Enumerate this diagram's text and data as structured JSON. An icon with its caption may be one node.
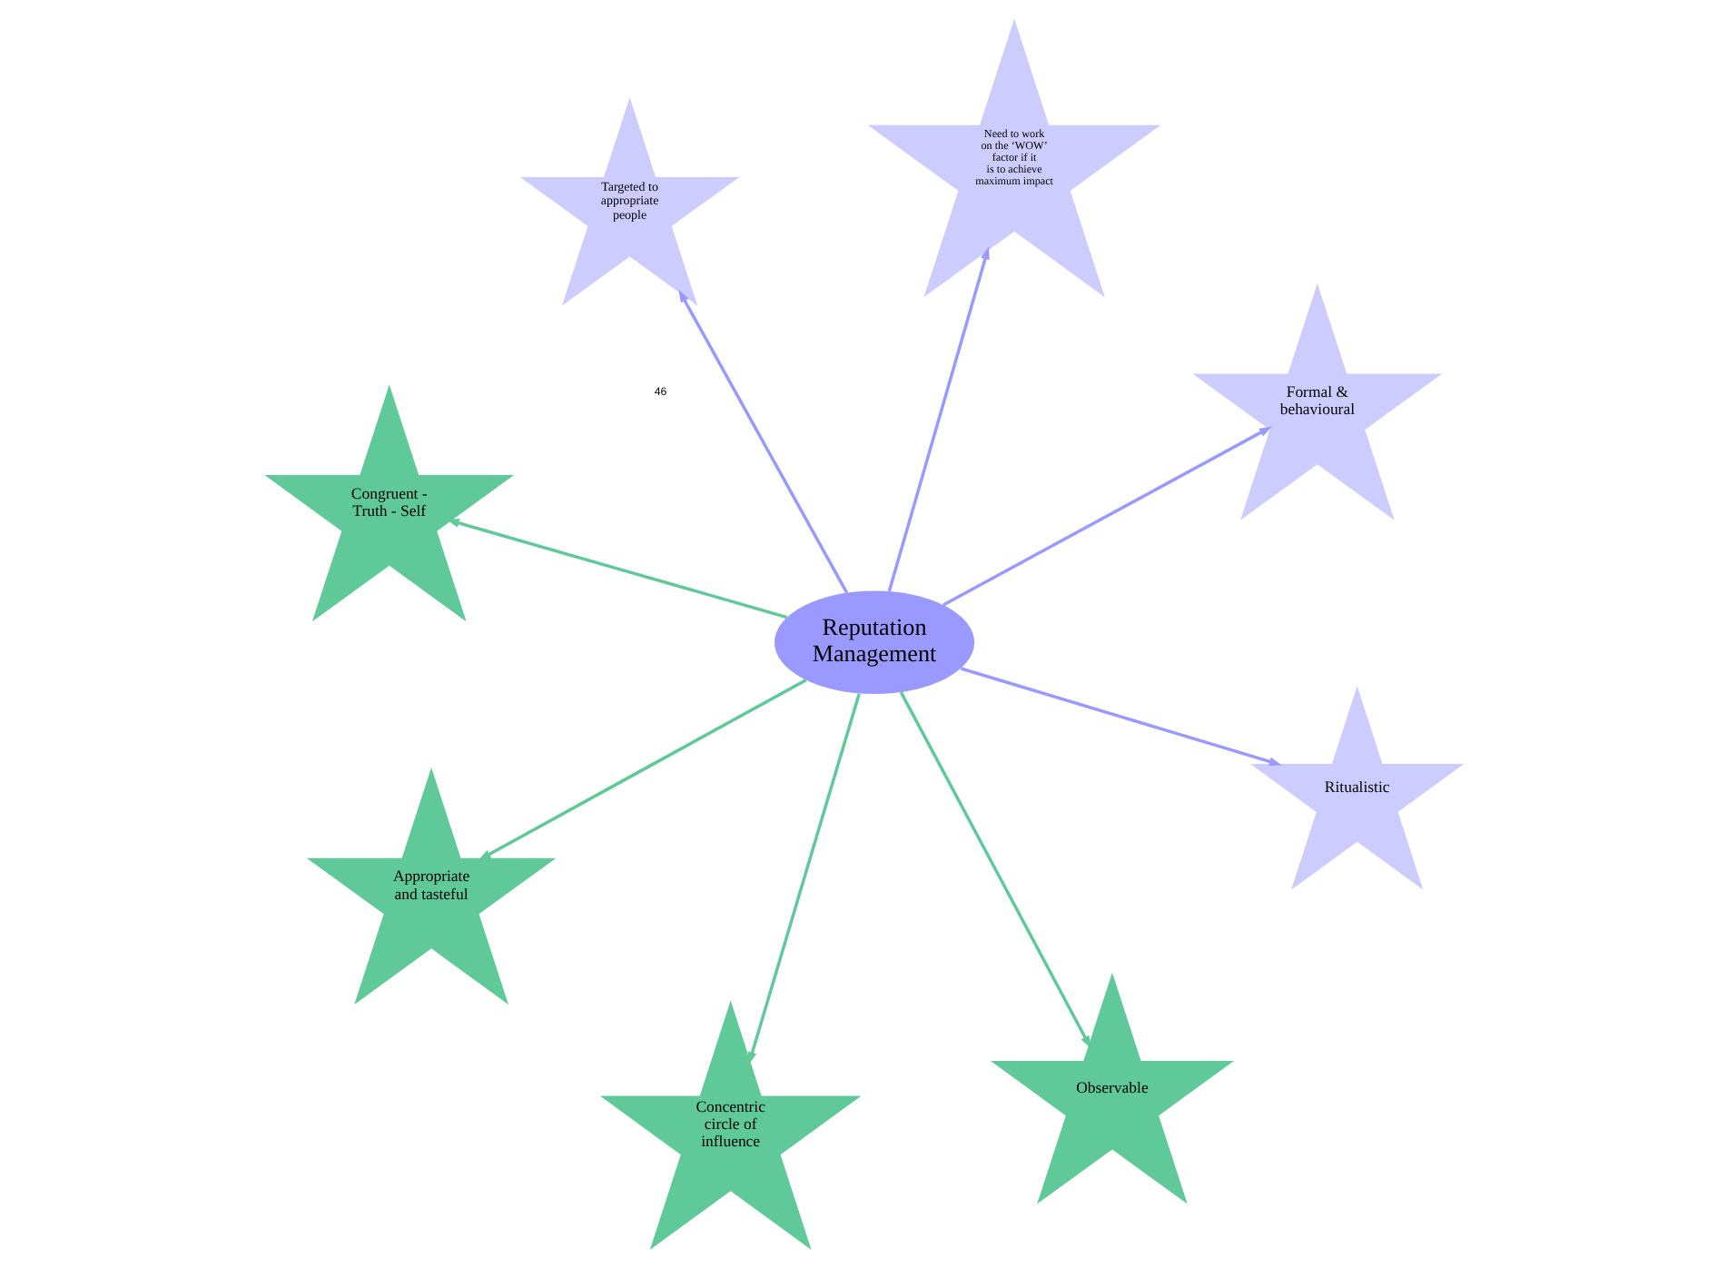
{
  "diagram": {
    "nodes": [
      {
        "text": [
          "Congruent - Truth - Self"
        ]
      },
      {
        "text": [
          "Formal & behavioural"
        ]
      },
      {
        "text": [
          "Observable"
        ]
      },
      {
        "text": [
          "Need to work on the ‘WOW’ factor if it is to achieve maximum impact"
        ]
      },
      {
        "text": [
          "Reputation Management"
        ]
      },
      {
        "text": [
          "Targeted to appropriate people"
        ]
      },
      {
        "text": [
          "Appropriate and tasteful"
        ]
      },
      {
        "text": [
          "Ritualistic"
        ]
      },
      {
        "text": [
          "Concentric circle of influence"
        ]
      }
    ],
    "edges": [
      {
        "from": 4,
        "to": 0,
        "arrow": "to"
      },
      {
        "from": 4,
        "to": 1,
        "arrow": "to",
        "color": "#9999ff"
      },
      {
        "from": 4,
        "to": 2,
        "arrow": "to"
      },
      {
        "from": 4,
        "to": 3,
        "arrow": "to",
        "color": "#9999ff"
      },
      {
        "from": 4,
        "to": 5,
        "arrow": "to",
        "color": "#9999ff"
      },
      {
        "from": 4,
        "to": 6,
        "arrow": "to"
      },
      {
        "from": 4,
        "to": 7,
        "arrow": "to",
        "color": "#9999ff"
      },
      {
        "from": 4,
        "to": 8,
        "arrow": "to"
      }
    ],
    "labels": [
      "46"
    ]
  }
}
